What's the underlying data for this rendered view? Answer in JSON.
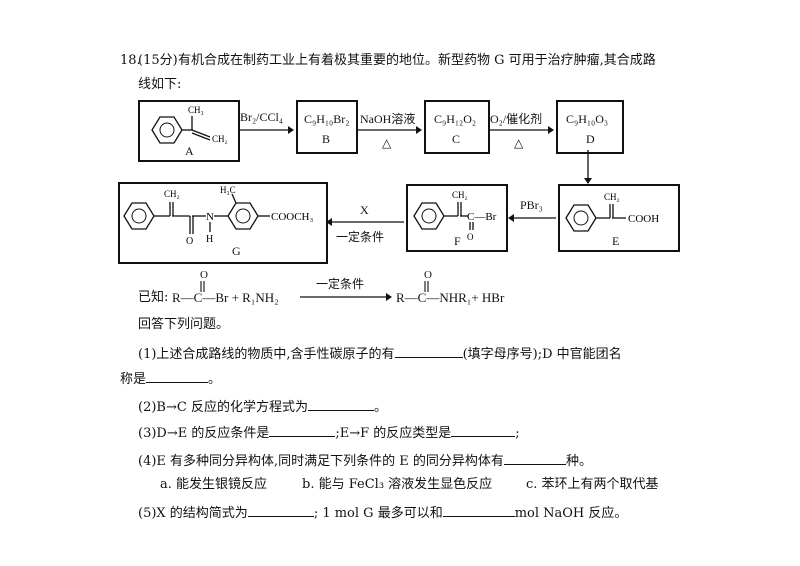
{
  "question": {
    "number": "18.",
    "score": "(15分)",
    "intro_line1": "有机合成在制药工业上有着极其重要的地位。新型药物 G 可用于治疗肿瘤,其合成路",
    "intro_line2": "线如下:"
  },
  "route": {
    "A": "A",
    "B": "B",
    "C": "C",
    "D": "D",
    "E": "E",
    "F": "F",
    "G": "G",
    "B_formula": "C₉H₁₀Br₂",
    "C_formula": "C₉H₁₂O₂",
    "D_formula": "C₉H₁₀O₃",
    "r1": "Br₂/CCl₄",
    "r2": "NaOH溶液",
    "r2b": "△",
    "r3": "O₂/催化剂",
    "r3b": "△",
    "r4": "PBr₃",
    "r5": "X",
    "r5b": "一定条件",
    "A_ch3": "CH₃",
    "A_ch2": "CH₂",
    "E_ch2": "CH₂",
    "E_cooh": "COOH",
    "F_ch2": "CH₂",
    "F_cbr": "C—Br",
    "F_o": "O",
    "G_ch2": "CH₂",
    "G_h3c": "H₃C",
    "G_n": "N",
    "G_h": "H",
    "G_o": "O",
    "G_cooch3": "COOCH₃"
  },
  "known": {
    "prefix": "已知:",
    "left": "R—C—Br + R₁NH₂",
    "condition": "一定条件",
    "right": "R—C—NHR₁+ HBr",
    "o1": "O",
    "o2": "O"
  },
  "answer_intro": "回答下列问题。",
  "q1a": "(1)上述合成路线的物质中,含手性碳原子的有",
  "q1b": "(填字母序号);D 中官能团名",
  "q1c": "称是",
  "q1d": "。",
  "q2a": "(2)B→C 反应的化学方程式为",
  "q2b": "。",
  "q3a": "(3)D→E 的反应条件是",
  "q3b": ";E→F 的反应类型是",
  "q3c": ";",
  "q4a": "(4)E 有多种同分异构体,同时满足下列条件的 E 的同分异构体有",
  "q4b": "种。",
  "opt_a": "a. 能发生银镜反应",
  "opt_b": "b. 能与 FeCl₃ 溶液发生显色反应",
  "opt_c": "c. 苯环上有两个取代基",
  "q5a": "(5)X 的结构简式为",
  "q5b": "; 1 mol G 最多可以和",
  "q5c": "mol NaOH 反应。"
}
